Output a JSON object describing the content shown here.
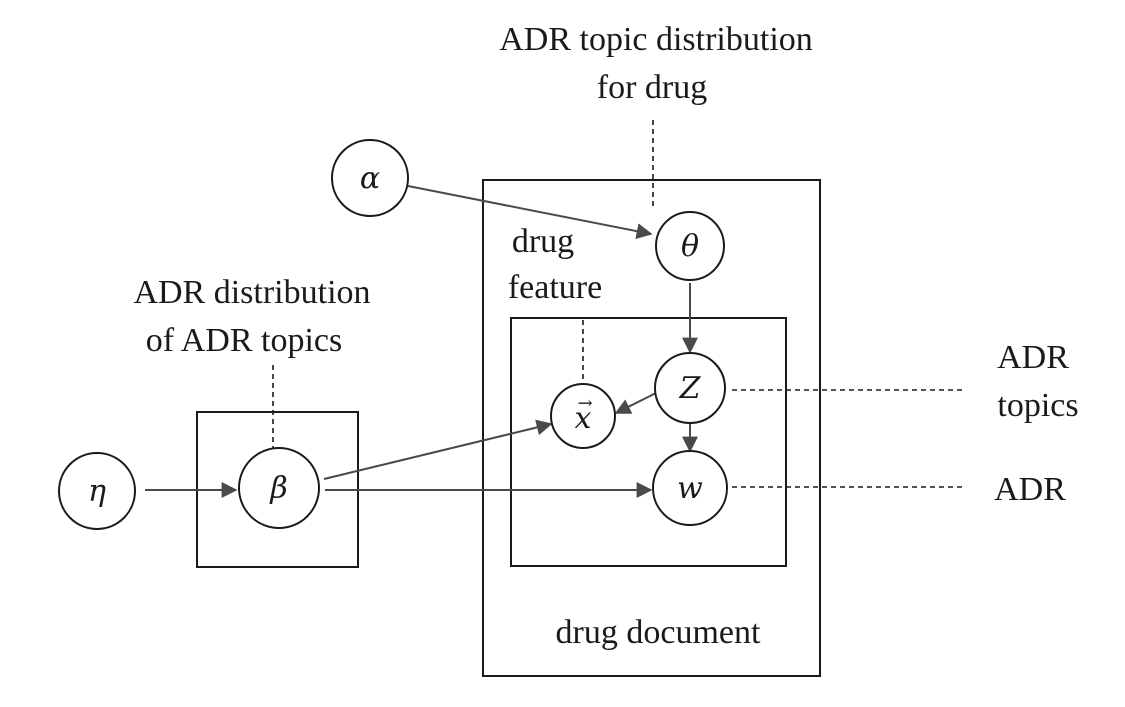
{
  "labels": {
    "topic_dist_line1": "ADR topic distribution",
    "topic_dist_line2": "for drug",
    "adr_dist_line1": "ADR distribution",
    "adr_dist_line2": "of ADR topics",
    "drug_feature_line1": "drug",
    "drug_feature_line2": "feature",
    "adr_topics_line1": "ADR",
    "adr_topics_line2": "topics",
    "adr": "ADR",
    "drug_document": "drug document"
  },
  "nodes": {
    "alpha": "α",
    "theta": "θ",
    "eta": "η",
    "beta": "β",
    "z": "Z",
    "x": "x",
    "x_arrow": "→",
    "w": "w"
  }
}
